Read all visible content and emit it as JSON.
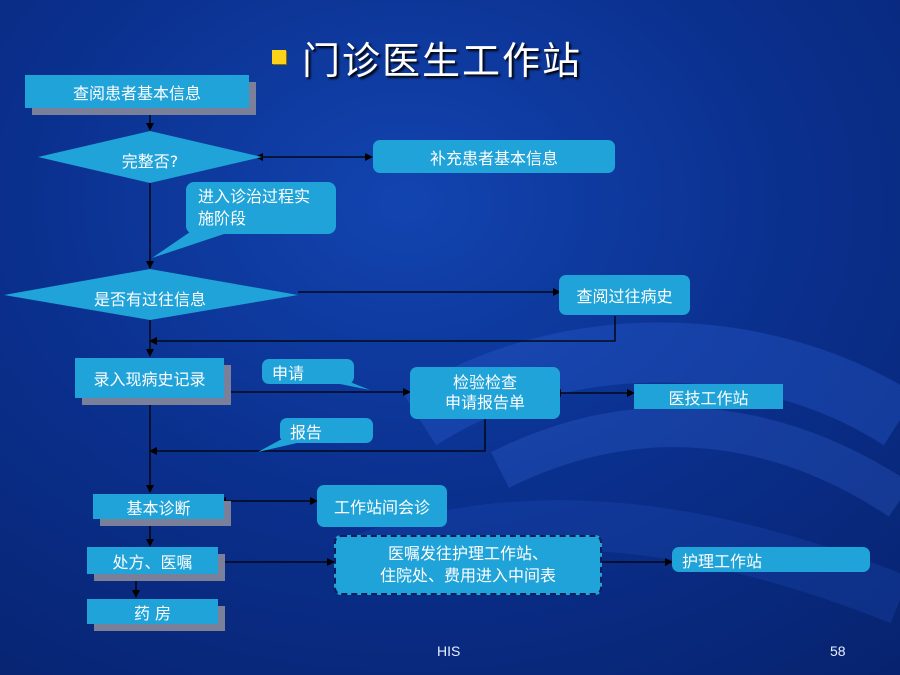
{
  "title": "门诊医生工作站",
  "nodes": {
    "view_patient_info": "查阅患者基本信息",
    "complete_q": "完整否?",
    "supplement_info": "补充患者基本信息",
    "enter_treatment": "进入诊治过程实施阶段",
    "has_history_q": "是否有过往信息",
    "view_history": "查阅过往病史",
    "enter_record": "录入现病史记录",
    "apply": "申请",
    "exam_line1": "检验检查",
    "exam_line2": "申请报告单",
    "medtech_station": "医技工作站",
    "report": "报告",
    "basic_diagnosis": "基本诊断",
    "consultation": "工作站间会诊",
    "prescription": "处方、医嘱",
    "orders_line1": "医嘱发往护理工作站、",
    "orders_line2": "住院处、费用进入中间表",
    "nursing_station": "护理工作站",
    "pharmacy": "药 房"
  },
  "footer": {
    "center": "HIS",
    "page": "58"
  },
  "colors": {
    "box": "#1fa3d8",
    "bullet": "#ffd21a",
    "line": "#000000",
    "background": "#0a2f8c"
  }
}
